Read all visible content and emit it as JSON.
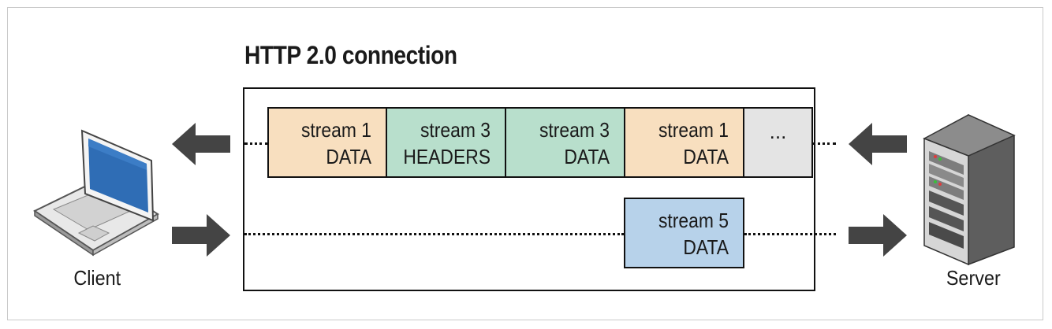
{
  "title": "HTTP 2.0 connection",
  "client_label": "Client",
  "server_label": "Server",
  "colors": {
    "stream1": "#f8dfbf",
    "stream3": "#b8dfcc",
    "stream5": "#b7d2ea",
    "more": "#e4e4e4",
    "arrow": "#444444",
    "laptop_screen": "#2f6db5"
  },
  "top_row": [
    {
      "line1": "stream 1",
      "line2": "DATA"
    },
    {
      "line1": "stream 3",
      "line2": "HEADERS"
    },
    {
      "line1": "stream 3",
      "line2": "DATA"
    },
    {
      "line1": "stream 1",
      "line2": "DATA"
    },
    {
      "line1": "...",
      "line2": ""
    }
  ],
  "bottom_row": [
    {
      "line1": "stream 5",
      "line2": "DATA"
    }
  ]
}
